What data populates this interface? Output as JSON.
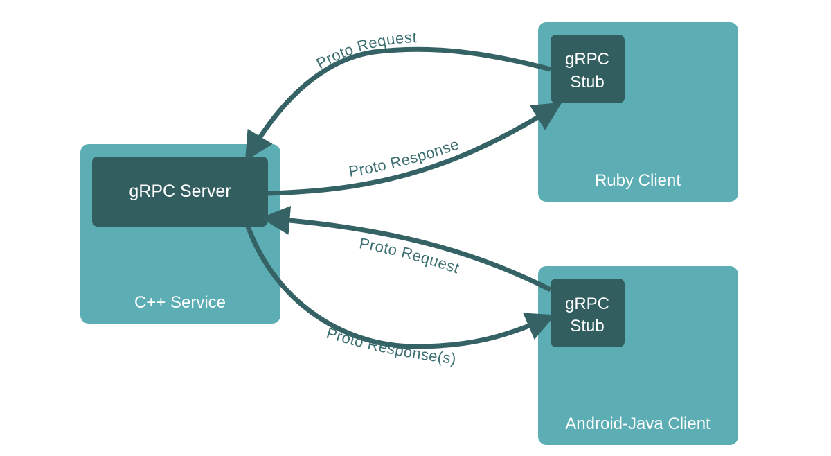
{
  "colors": {
    "container": "#5cadb4",
    "inner": "#325e60",
    "arrow": "#356265",
    "label": "#3d6f72",
    "box_text": "#ffffff"
  },
  "nodes": {
    "cpp_service": {
      "label": "C++ Service",
      "inner_label": "gRPC Server"
    },
    "ruby_client": {
      "label": "Ruby Client",
      "inner_label_line1": "gRPC",
      "inner_label_line2": "Stub"
    },
    "android_client": {
      "label": "Android-Java Client",
      "inner_label_line1": "gRPC",
      "inner_label_line2": "Stub"
    }
  },
  "edges": [
    {
      "id": "ruby-request",
      "from": "Ruby gRPC Stub",
      "to": "gRPC Server",
      "label": "Proto Request"
    },
    {
      "id": "ruby-response",
      "from": "gRPC Server",
      "to": "Ruby gRPC Stub",
      "label": "Proto Response"
    },
    {
      "id": "android-request",
      "from": "Android gRPC Stub",
      "to": "gRPC Server",
      "label": "Proto Request"
    },
    {
      "id": "android-response",
      "from": "gRPC Server",
      "to": "Android gRPC Stub",
      "label": "Proto Response(s)"
    }
  ]
}
